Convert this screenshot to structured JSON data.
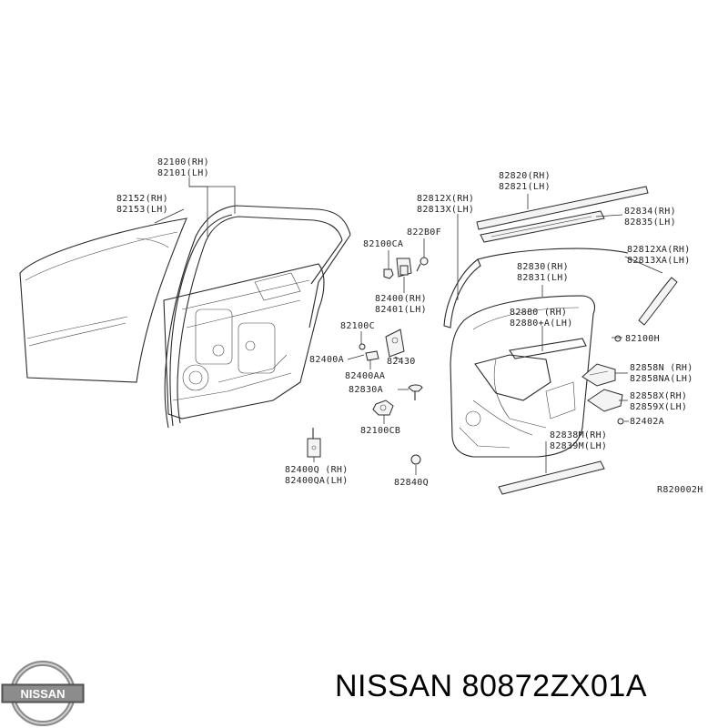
{
  "labels": {
    "p82100": "82100(RH)",
    "p82101": "82101(LH)",
    "p82152": "82152(RH)",
    "p82153": "82153(LH)",
    "p82820": "82820(RH)",
    "p82821": "82821(LH)",
    "p82812x": "82812X(RH)",
    "p82813x": "82813X(LH)",
    "p82834": "82834(RH)",
    "p82835": "82835(LH)",
    "p82b0f": "822B0F",
    "p82100ca": "82100CA",
    "p82812xa": "82812XA(RH)",
    "p82813xa": "82813XA(LH)",
    "p82830": "82830(RH)",
    "p82831": "82831(LH)",
    "p82400": "82400(RH)",
    "p82401": "82401(LH)",
    "p82880": "82880  (RH)",
    "p82880a": "82880+A(LH)",
    "p82100c": "82100C",
    "p82100h": "82100H",
    "p82400a": "82400A",
    "p82430": "82430",
    "p82400aa": "82400AA",
    "p82858n": "82858N  (RH)",
    "p82858na": "82858NA(LH)",
    "p82830a": "82830A",
    "p82858x": "82858X(RH)",
    "p82859x": "82859X(LH)",
    "p82402a": "82402A",
    "p82100cb": "82100CB",
    "p82838m": "82838M(RH)",
    "p82839m": "82839M(LH)",
    "p82400q": "82400Q  (RH)",
    "p82400qa": "82400QA(LH)",
    "p82840q": "82840Q",
    "diagram_ref": "R820002H"
  },
  "logo": {
    "text": "NISSAN"
  },
  "caption": "NISSAN 80872ZX01A"
}
